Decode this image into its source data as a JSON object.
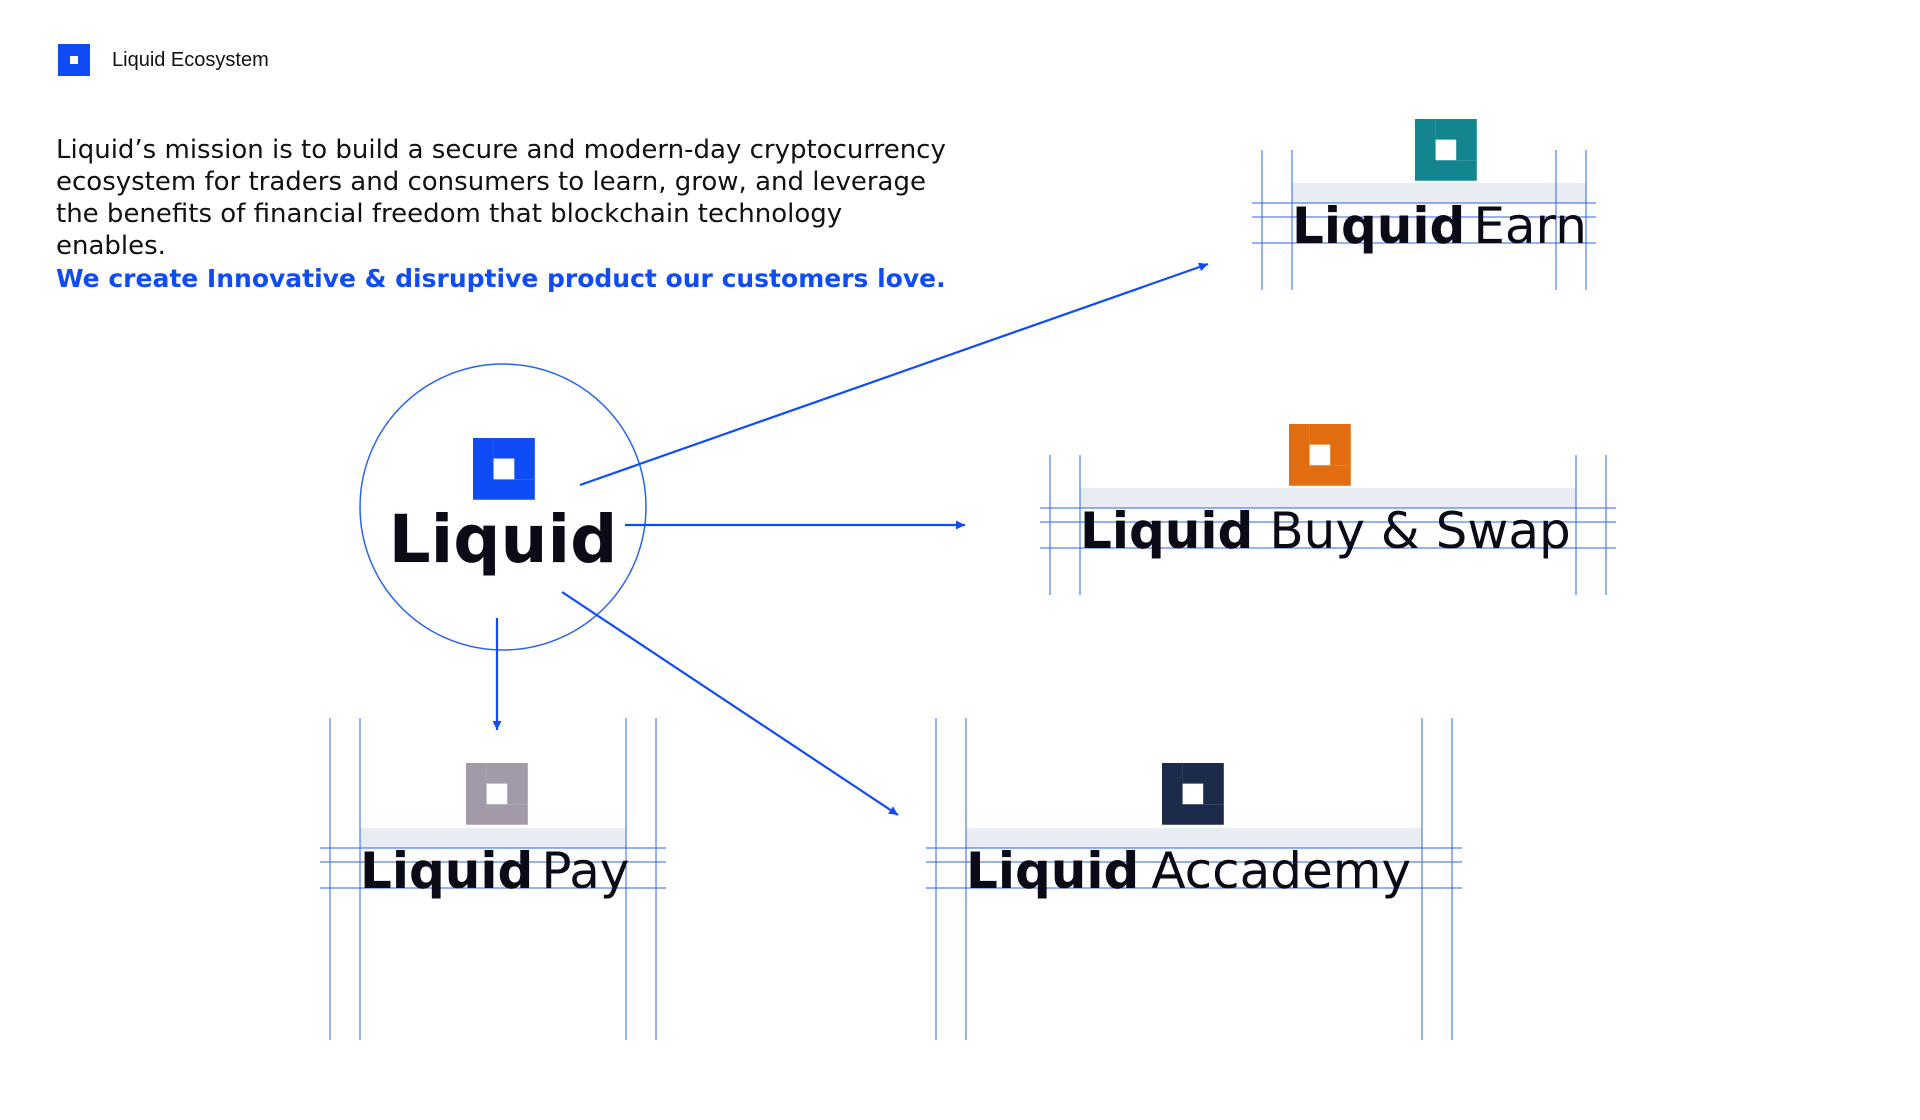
{
  "header": {
    "title": "Liquid Ecosystem",
    "logo_icon": "liquid-mark-icon"
  },
  "intro": {
    "mission": "Liquid’s mission is to build a secure and modern-day cryptocurrency ecosystem for traders and consumers to learn, grow, and leverage the benefits of financial freedom that blockchain technology enables.",
    "tagline": "We create Innovative & disruptive product our customers love."
  },
  "colors": {
    "brand_blue": "#0f4cf5",
    "earn_teal": "#13858f",
    "swap_orange": "#e36e12",
    "pay_gray": "#a29aa8",
    "academy_navy": "#1d2b4a",
    "guide_blue": "#2a63f0",
    "guide_band": "#e9edf3",
    "wordmark": "#0b0b18"
  },
  "diagram": {
    "hub": {
      "wordmark": "Liquid",
      "icon": "liquid-mark-icon"
    },
    "products": [
      {
        "id": "earn",
        "brand": "Liquid",
        "product": "Earn",
        "icon": "liquid-mark-icon",
        "color": "#13858f"
      },
      {
        "id": "swap",
        "brand": "Liquid",
        "product": "Buy & Swap",
        "icon": "liquid-mark-icon",
        "color": "#e36e12"
      },
      {
        "id": "pay",
        "brand": "Liquid",
        "product": "Pay",
        "icon": "liquid-mark-icon",
        "color": "#a29aa8"
      },
      {
        "id": "academy",
        "brand": "Liquid",
        "product": "Accademy",
        "icon": "liquid-mark-icon",
        "color": "#1d2b4a"
      }
    ]
  }
}
